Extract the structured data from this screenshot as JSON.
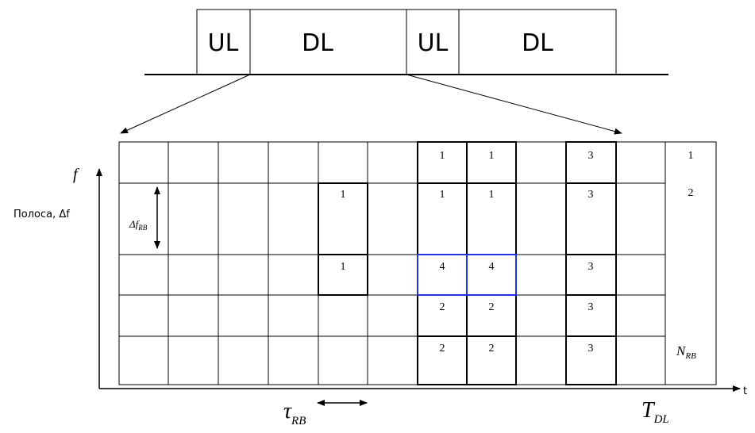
{
  "frame": {
    "segments": [
      "UL",
      "DL",
      "UL",
      "DL"
    ]
  },
  "grid": {
    "rb_labels": {
      "r0c6": "1",
      "r0c7": "1",
      "r0c9": "3",
      "r1c4": "1",
      "r1c6": "1",
      "r1c7": "1",
      "r1c9": "3",
      "r2c4": "1",
      "r2c6": "4",
      "r2c7": "4",
      "r2c9": "3",
      "r3c6": "2",
      "r3c7": "2",
      "r3c9": "3",
      "r4c6": "2",
      "r4c7": "2",
      "r4c9": "3"
    },
    "row_index": [
      "1",
      "2",
      "N"
    ],
    "row_index_sub": "RB",
    "user4_color": "#2433e0"
  },
  "axes": {
    "f_label": "f",
    "t_label": "t",
    "band_label": "Полоса, Δf",
    "delta_f": "Δf",
    "delta_f_sub": "RB",
    "tau": "τ",
    "tau_sub": "RB",
    "T": "T",
    "T_sub": "DL"
  }
}
